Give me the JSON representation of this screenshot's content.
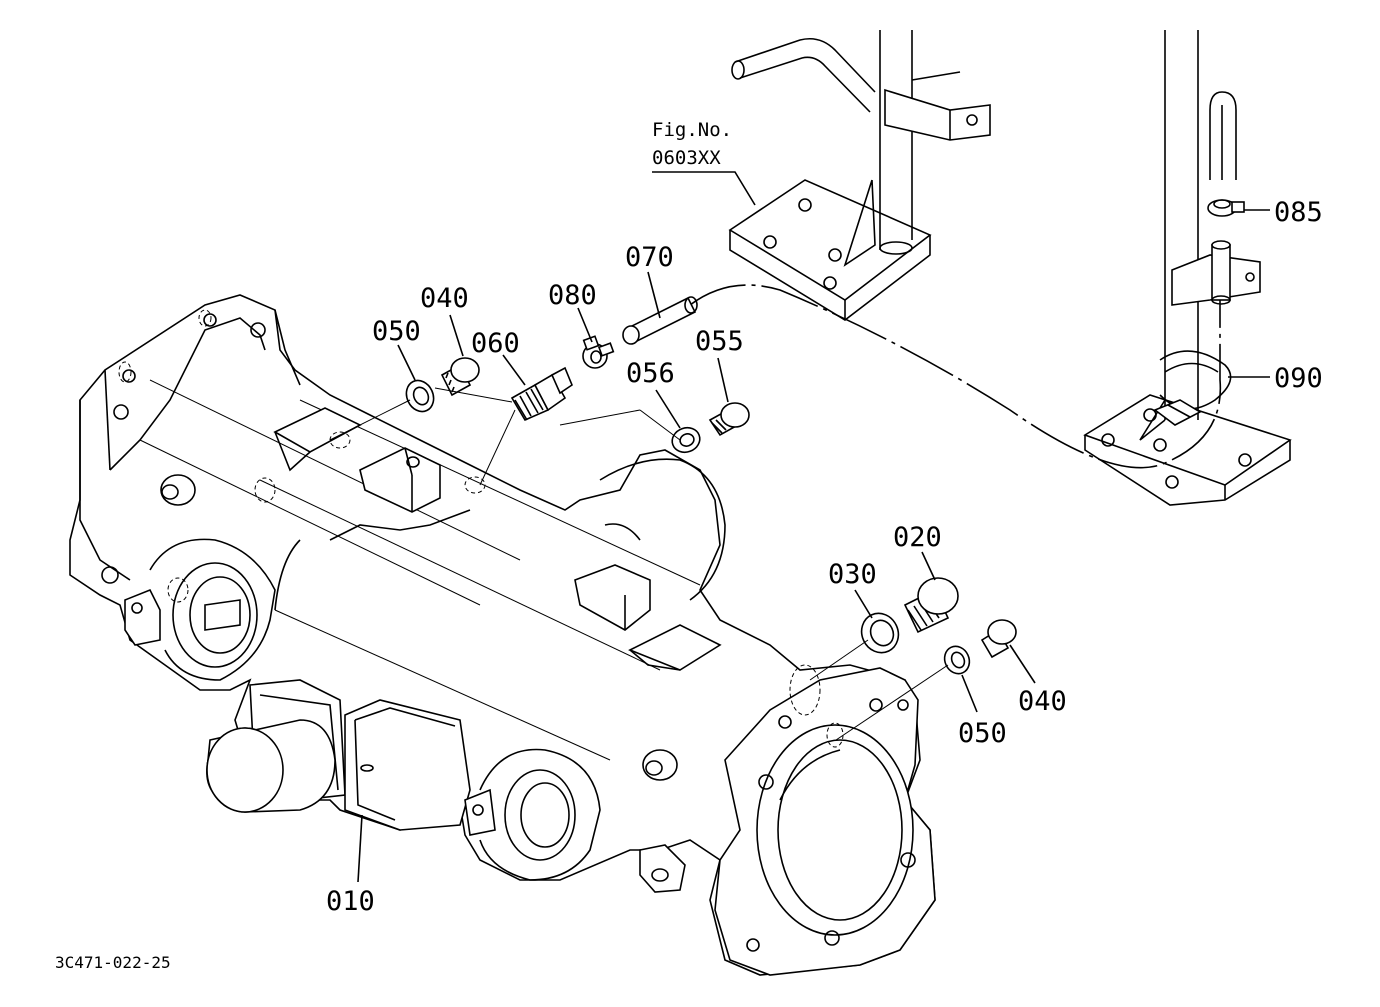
{
  "figure_ref": {
    "line1": "Fig.No.",
    "line2": "0603XX"
  },
  "drawing_code": "3C471-022-25",
  "callouts": {
    "p010": "010",
    "p020": "020",
    "p030": "030",
    "p040_top": "040",
    "p040_right": "040",
    "p050_top": "050",
    "p050_right": "050",
    "p055": "055",
    "p056": "056",
    "p060": "060",
    "p070": "070",
    "p080": "080",
    "p085": "085",
    "p090": "090"
  }
}
